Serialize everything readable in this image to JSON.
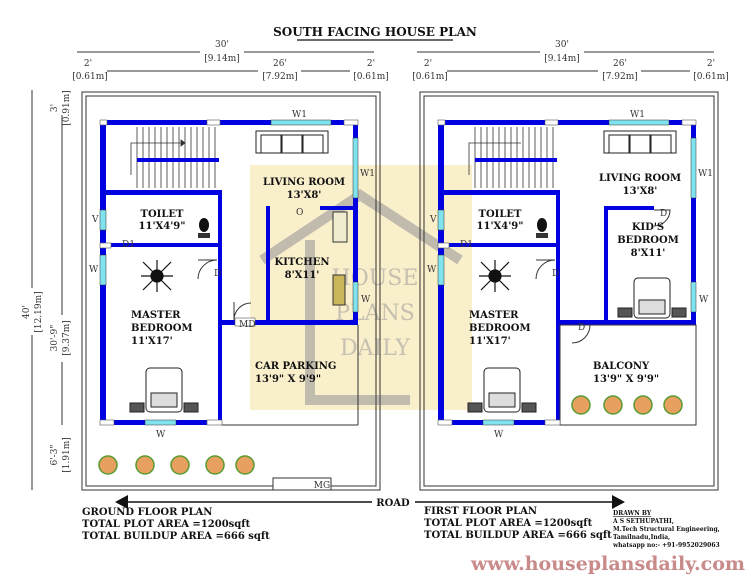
{
  "title": "SOUTH FACING HOUSE PLAN",
  "dimensions": {
    "top_total": "30'",
    "top_total_m": "[9.14m]",
    "top_left": "2'",
    "top_left_m": "[0.61m]",
    "top_mid": "26'",
    "top_mid_m": "[7.92m]",
    "top_right": "2'",
    "top_right_m": "[0.61m]",
    "side_top": "3'",
    "side_top_m": "[0.91m]",
    "side_total": "40'",
    "side_total_m": "[12.19m]",
    "side_mid": "30'-9\"",
    "side_mid_m": "[9.37m]",
    "side_bottom": "6'-3\"",
    "side_bottom_m": "[1.91m]"
  },
  "ground_floor": {
    "living": "LIVING ROOM",
    "living_size": "13'X8'",
    "toilet": "TOILET",
    "toilet_size": "11'X4'9\"",
    "kitchen": "KITCHEN",
    "kitchen_size": "8'X11'",
    "master": "MASTER",
    "master2": "BEDROOM",
    "master_size": "11'X17'",
    "parking": "CAR PARKING",
    "parking_size": "13'9\" X 9'9\"",
    "labels": {
      "w1": "W1",
      "w": "W",
      "v": "V",
      "d": "D",
      "d1": "D1",
      "md": "MD",
      "o": "O",
      "mg": "MG"
    },
    "caption": "GROUND FLOOR PLAN",
    "plot_area": "TOTAL PLOT AREA =1200sqft",
    "buildup_area": "TOTAL BUILDUP AREA =666 sqft"
  },
  "first_floor": {
    "living": "LIVING ROOM",
    "living_size": "13'X8'",
    "toilet": "TOILET",
    "toilet_size": "11'X4'9\"",
    "kids": "KID'S",
    "kids2": "BEDROOM",
    "kids_size": "8'X11'",
    "master": "MASTER",
    "master2": "BEDROOM",
    "master_size": "11'X17'",
    "balcony": "BALCONY",
    "balcony_size": "13'9\" X 9'9\"",
    "caption": "FIRST FLOOR PLAN",
    "plot_area": "TOTAL PLOT AREA =1200sqft",
    "buildup_area": "TOTAL BUILDUP AREA =666 sqft"
  },
  "road": "ROAD",
  "credits": {
    "drawn_by": "DRAWN BY",
    "name": "A S SETHUPATHI,",
    "degree": "M.Tech Structural Engineering,",
    "place": "Tamilnadu,India,",
    "phone": "whatsapp no:- +91-9952029063"
  },
  "watermark": {
    "line1": "HOUSE",
    "line2": "PLANS",
    "line3": "DAILY"
  },
  "website": "www.houseplansdaily.com",
  "colors": {
    "wall": "#0000e0",
    "window": "#7fe3ee",
    "watermark": "#f5e2a0",
    "website": "#c98a8a"
  }
}
